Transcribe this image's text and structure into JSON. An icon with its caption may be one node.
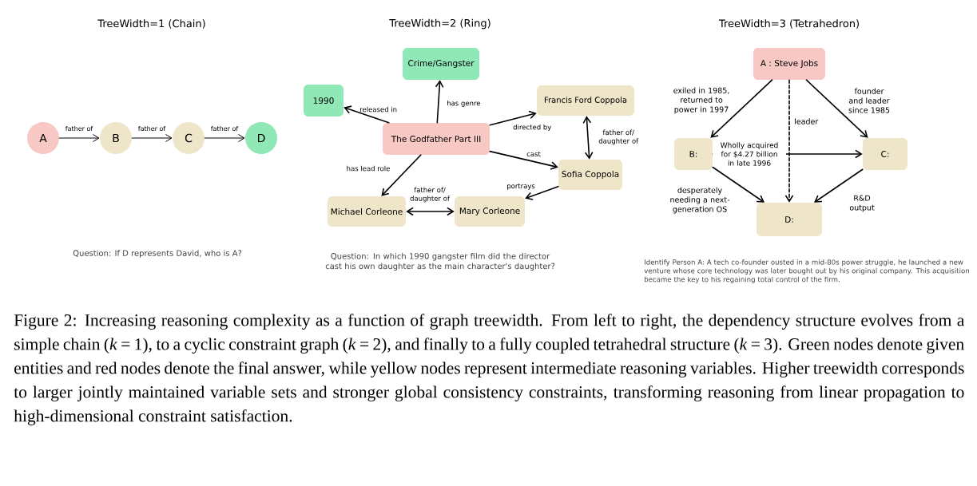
{
  "diagram": {
    "caption": "Figure 2: Increasing reasoning complexity as a function of graph treewidth. From left to right, the dependency structure evolves from a simple chain (*k* = 1), to a cyclic constraint graph (*k* = 2), and finally to a fully coupled tetrahedral structure (*k* = 3). Green nodes denote given entities and red nodes denote the final answer, while yellow nodes represent intermediate reasoning variables. Higher treewidth corresponds to larger jointly maintained variable sets and stronger global consistency constraints, transforming reasoning from linear propagation to high-dimensional constraint satisfaction.",
    "nodes": [
      {
        "text": [
          "A"
        ]
      },
      {
        "text": [
          "B"
        ]
      },
      {
        "text": [
          "C"
        ]
      },
      {
        "text": [
          "D"
        ]
      },
      {
        "text": [
          "Crime/Gangster"
        ]
      },
      {
        "text": [
          "1990"
        ]
      },
      {
        "text": [
          "Francis Ford Coppola"
        ]
      },
      {
        "text": [
          "The Godfather Part III"
        ]
      },
      {
        "text": [
          "Sofia Coppola"
        ]
      },
      {
        "text": [
          "Michael Corleone"
        ]
      },
      {
        "text": [
          "Mary Corleone"
        ]
      },
      {
        "text": [
          "A : Steve Jobs"
        ]
      },
      {
        "text": [
          "B:"
        ]
      },
      {
        "text": [
          "C:"
        ]
      },
      {
        "text": [
          "D:"
        ]
      }
    ],
    "edges": [
      {
        "from": 0,
        "to": 1,
        "arrow": "to",
        "label": "father of"
      },
      {
        "from": 1,
        "to": 2,
        "arrow": "to",
        "label": "father of"
      },
      {
        "from": 2,
        "to": 3,
        "arrow": "to",
        "label": "father of"
      },
      {
        "from": 7,
        "to": 4,
        "arrow": "to",
        "label": "has genre"
      },
      {
        "from": 7,
        "to": 5,
        "arrow": "to",
        "label": "released in"
      },
      {
        "from": 7,
        "to": 6,
        "arrow": "to",
        "label": "directed by"
      },
      {
        "from": 7,
        "to": 8,
        "arrow": "to",
        "label": "cast"
      },
      {
        "from": 7,
        "to": 9,
        "arrow": "to",
        "label": "has lead role"
      },
      {
        "from": 6,
        "to": 8,
        "arrow": "both",
        "label": "father of/ daughter of"
      },
      {
        "from": 9,
        "to": 10,
        "arrow": "both",
        "label": "father of/ daughter of"
      },
      {
        "from": 8,
        "to": 10,
        "arrow": "to",
        "label": "portrays"
      },
      {
        "from": 11,
        "to": 12,
        "arrow": "to",
        "label": "exiled in 1985, returned to power in 1997"
      },
      {
        "from": 11,
        "to": 13,
        "arrow": "to",
        "label": "founder and leader since 1985"
      },
      {
        "from": 11,
        "to": 14,
        "arrow": "to",
        "label": "leader",
        "style": "dashed"
      },
      {
        "from": 12,
        "to": 13,
        "arrow": "to",
        "label": "Wholly acquired for $4.27 billion in late 1996"
      },
      {
        "from": 12,
        "to": 14,
        "arrow": "to",
        "label": "desperately needing a next-generation OS"
      },
      {
        "from": 13,
        "to": 14,
        "arrow": "to",
        "label": "R&D output"
      }
    ],
    "labels": [
      "TreeWidth=1 (Chain)",
      "TreeWidth=2 (Ring)",
      "TreeWidth=3 (Tetrahedron)",
      "Question: If D represents David, who is A?",
      "Question: In which 1990 gangster film did the director cast his own daughter as the main character's daughter?",
      "Identify Person A: A tech co-founder ousted in a mid-80s power struggle, he launched a new venture whose core technology was later bought out by his original company. This acquisition became the key to his regaining total control of the firm."
    ]
  }
}
